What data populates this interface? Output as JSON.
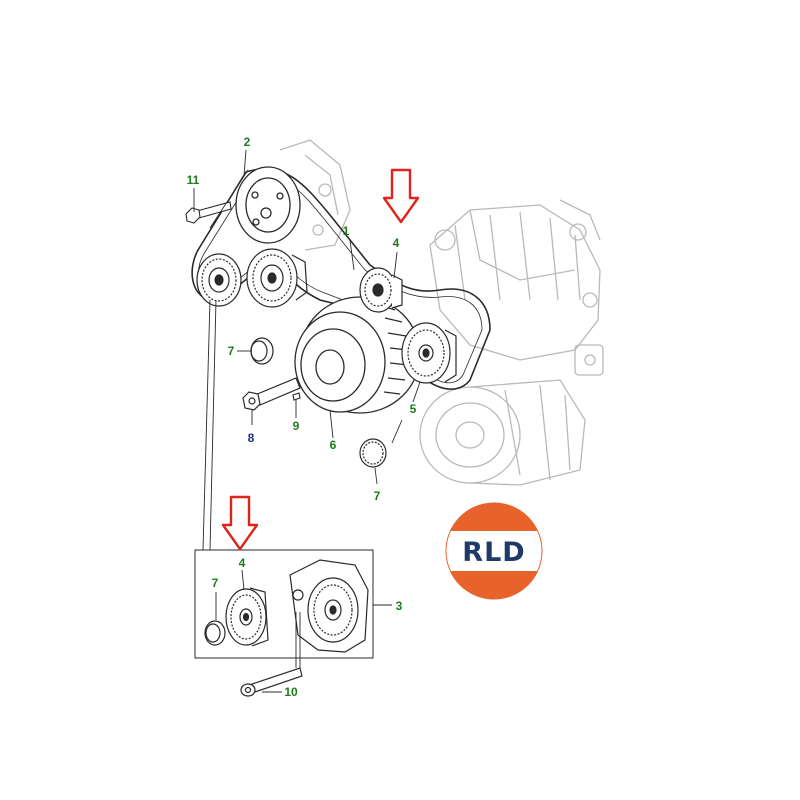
{
  "colors": {
    "callout_green": "#1f7a1f",
    "callout_blue": "#1a2f8c",
    "arrow_red": "#e0241b",
    "logo_orange": "#e8622c",
    "logo_navy": "#1e3a66",
    "line_dark": "#2a2a2a",
    "line_ghost": "#b9b9b9"
  },
  "callouts": {
    "c1": "1",
    "c2": "2",
    "c3": "3",
    "c4_top": "4",
    "c4_inset": "4",
    "c5": "5",
    "c6": "6",
    "c7_left": "7",
    "c7_bottom": "7",
    "c7_inset": "7",
    "c8": "8",
    "c9": "9",
    "c10": "10",
    "c11": "11"
  },
  "logo": {
    "text": "RLD"
  },
  "icons": [
    "down-arrow-icon",
    "rld-logo"
  ]
}
